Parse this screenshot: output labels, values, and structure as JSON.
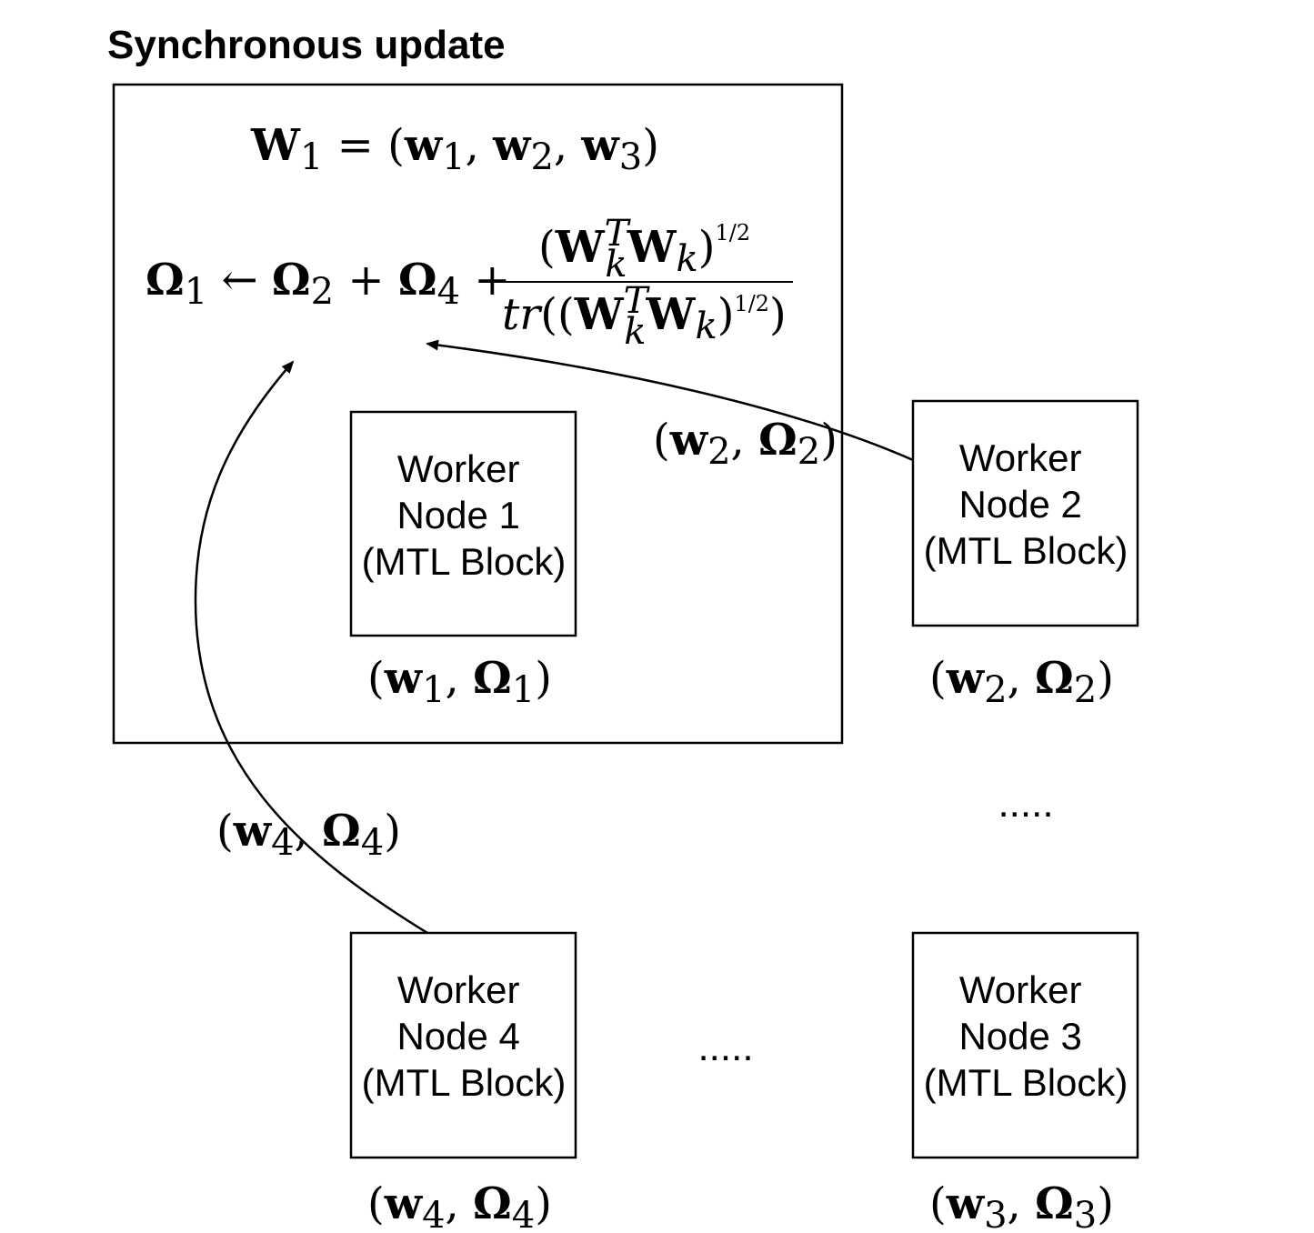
{
  "title": "Synchronous update",
  "formula_W1": {
    "W": "W",
    "sub1": "1",
    "eq": " = (",
    "w1": "w",
    "s1": "1",
    "c1": ", ",
    "w2": "w",
    "s2": "2",
    "c2": ", ",
    "w3": "w",
    "s3": "3",
    "close": ")"
  },
  "formula_omega": {
    "lhs": "Ω",
    "lhs_sub": "1",
    "arrow": " ← ",
    "t1": "Ω",
    "t1_sub": "2",
    "plus1": " + ",
    "t2": "Ω",
    "t2_sub": "4",
    "plus2": " + ",
    "num_open": "(",
    "num_W": "W",
    "num_sup": "T",
    "num_sub": "k",
    "num_W2": "W",
    "num_sub2": "k",
    "num_close": ")",
    "half": "1/2",
    "den_tr": "tr",
    "den_open": "((",
    "den_W": "W",
    "den_sup": "T",
    "den_sub": "k",
    "den_W2": "W",
    "den_sub2": "k",
    "den_close": ")",
    "den_half": "1/2",
    "den_end": ")"
  },
  "workers": [
    {
      "line1": "Worker",
      "line2": "Node 1",
      "line3": "(MTL Block)",
      "label_w": "w",
      "label_o": "Ω",
      "index": "1"
    },
    {
      "line1": "Worker",
      "line2": "Node 2",
      "line3": "(MTL Block)",
      "label_w": "w",
      "label_o": "Ω",
      "index": "2"
    },
    {
      "line1": "Worker",
      "line2": "Node 3",
      "line3": "(MTL Block)",
      "label_w": "w",
      "label_o": "Ω",
      "index": "3"
    },
    {
      "line1": "Worker",
      "line2": "Node 4",
      "line3": "(MTL Block)",
      "label_w": "w",
      "label_o": "Ω",
      "index": "4"
    }
  ],
  "edge_labels": {
    "node2": {
      "w": "w",
      "o": "Ω",
      "index": "2"
    },
    "node4": {
      "w": "w",
      "o": "Ω",
      "index": "4"
    }
  },
  "ellipsis": "....."
}
